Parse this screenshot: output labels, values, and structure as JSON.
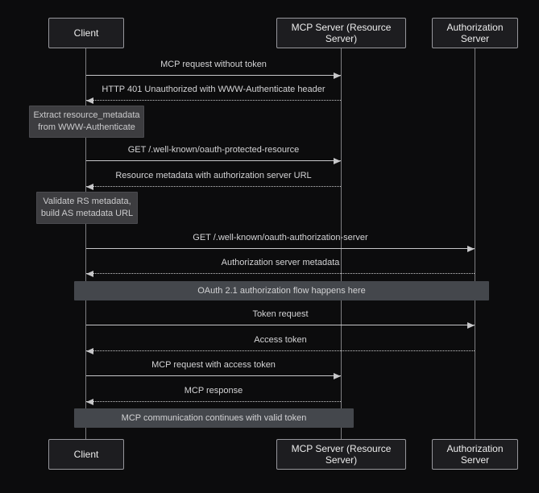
{
  "diagram_type": "sequence-diagram",
  "actors": [
    {
      "id": "client",
      "label": "Client"
    },
    {
      "id": "mcp-server",
      "label": "MCP Server (Resource Server)"
    },
    {
      "id": "auth-server",
      "label": "Authorization Server"
    }
  ],
  "messages": [
    {
      "label": "MCP request without token",
      "from": "Client",
      "to": "MCP Server (Resource Server)",
      "type": "solid"
    },
    {
      "label": "HTTP 401 Unauthorized with WWW-Authenticate header",
      "from": "MCP Server (Resource Server)",
      "to": "Client",
      "type": "dotted"
    },
    {
      "label": "GET /.well-known/oauth-protected-resource",
      "from": "Client",
      "to": "MCP Server (Resource Server)",
      "type": "solid"
    },
    {
      "label": "Resource metadata with authorization server URL",
      "from": "MCP Server (Resource Server)",
      "to": "Client",
      "type": "dotted"
    },
    {
      "label": "GET /.well-known/oauth-authorization-server",
      "from": "Client",
      "to": "Authorization Server",
      "type": "solid"
    },
    {
      "label": "Authorization server metadata",
      "from": "Authorization Server",
      "to": "Client",
      "type": "dotted"
    },
    {
      "label": "Token request",
      "from": "Client",
      "to": "Authorization Server",
      "type": "solid"
    },
    {
      "label": "Access token",
      "from": "Authorization Server",
      "to": "Client",
      "type": "dotted"
    },
    {
      "label": "MCP request with access token",
      "from": "Client",
      "to": "MCP Server (Resource Server)",
      "type": "solid"
    },
    {
      "label": "MCP response",
      "from": "MCP Server (Resource Server)",
      "to": "Client",
      "type": "dotted"
    }
  ],
  "notes": [
    {
      "over": "Client",
      "lines": [
        "Extract resource_metadata",
        "from WWW-Authenticate"
      ]
    },
    {
      "over": "Client",
      "lines": [
        "Validate RS metadata,",
        "build AS metadata URL"
      ]
    }
  ],
  "bands": [
    {
      "label": "OAuth 2.1 authorization flow happens here",
      "span": "Client to Authorization Server"
    },
    {
      "label": "MCP communication continues with valid token",
      "span": "Client to MCP Server (Resource Server)"
    }
  ],
  "colors": {
    "background": "#0c0c0d",
    "actor_fill": "#1d1d20",
    "actor_border": "#97979c",
    "note_fill": "#3d3d40",
    "band_fill": "#44474c",
    "line": "#c7c7c9",
    "text": "#d4d4d6"
  }
}
